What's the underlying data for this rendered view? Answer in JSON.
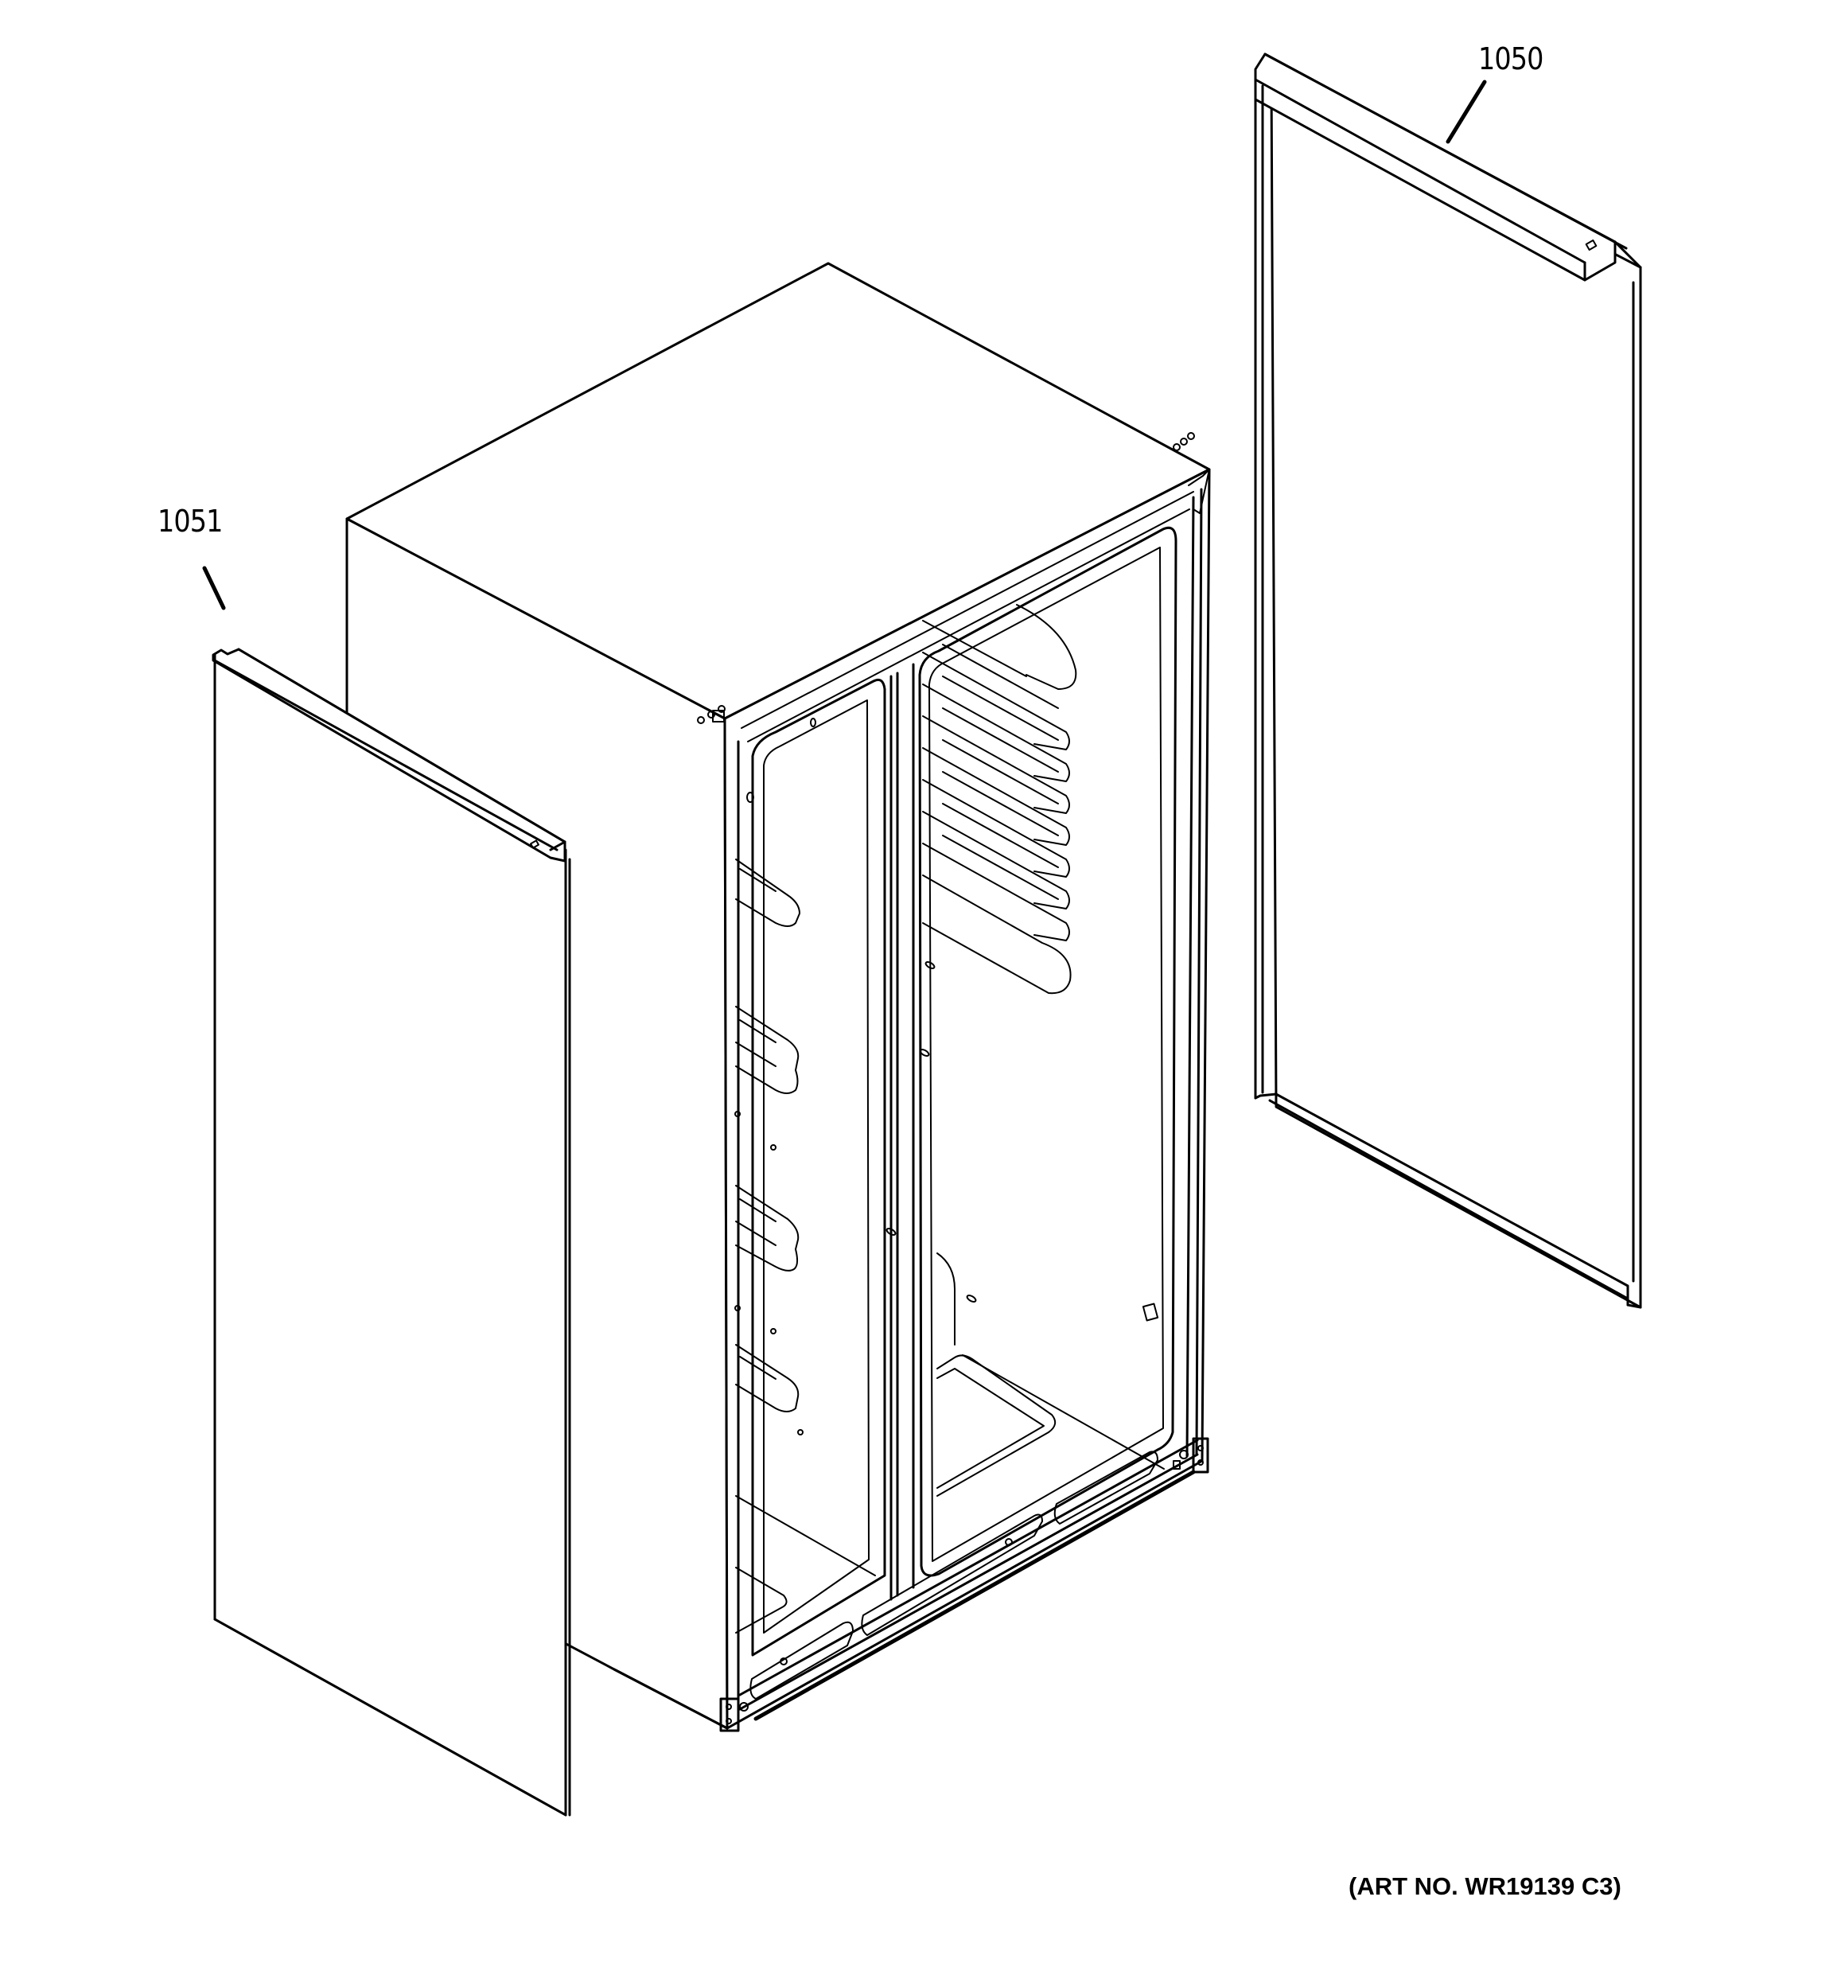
{
  "diagram": {
    "type": "exploded-parts-view",
    "subject": "side-by-side refrigerator cabinet with side panels",
    "art_number": "(ART NO. WR19139 C3)",
    "callouts": [
      {
        "id": "1050",
        "label": "1050",
        "part": "right side panel"
      },
      {
        "id": "1051",
        "label": "1051",
        "part": "left side panel"
      }
    ],
    "colors": {
      "line": "#000000",
      "background": "#ffffff"
    }
  }
}
